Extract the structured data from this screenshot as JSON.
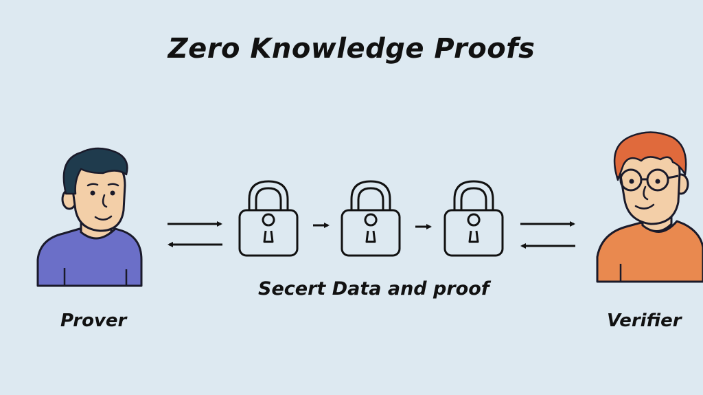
{
  "title": "Zero Knowledge Proofs",
  "prover": {
    "label": "Prover",
    "colors": {
      "shirt": "#6b6fc8",
      "hair": "#1f3b4d",
      "skin": "#f3cfa8"
    }
  },
  "verifier": {
    "label": "Verifier",
    "colors": {
      "shirt": "#e9894f",
      "hair": "#e06a3c",
      "skin": "#f3cfa8"
    }
  },
  "data_label": "Secert Data and proof",
  "locks": [
    {
      "icon": "padlock-icon"
    },
    {
      "icon": "padlock-icon"
    },
    {
      "icon": "padlock-icon"
    }
  ],
  "colors": {
    "background": "#dde9f1",
    "stroke": "#111111"
  }
}
